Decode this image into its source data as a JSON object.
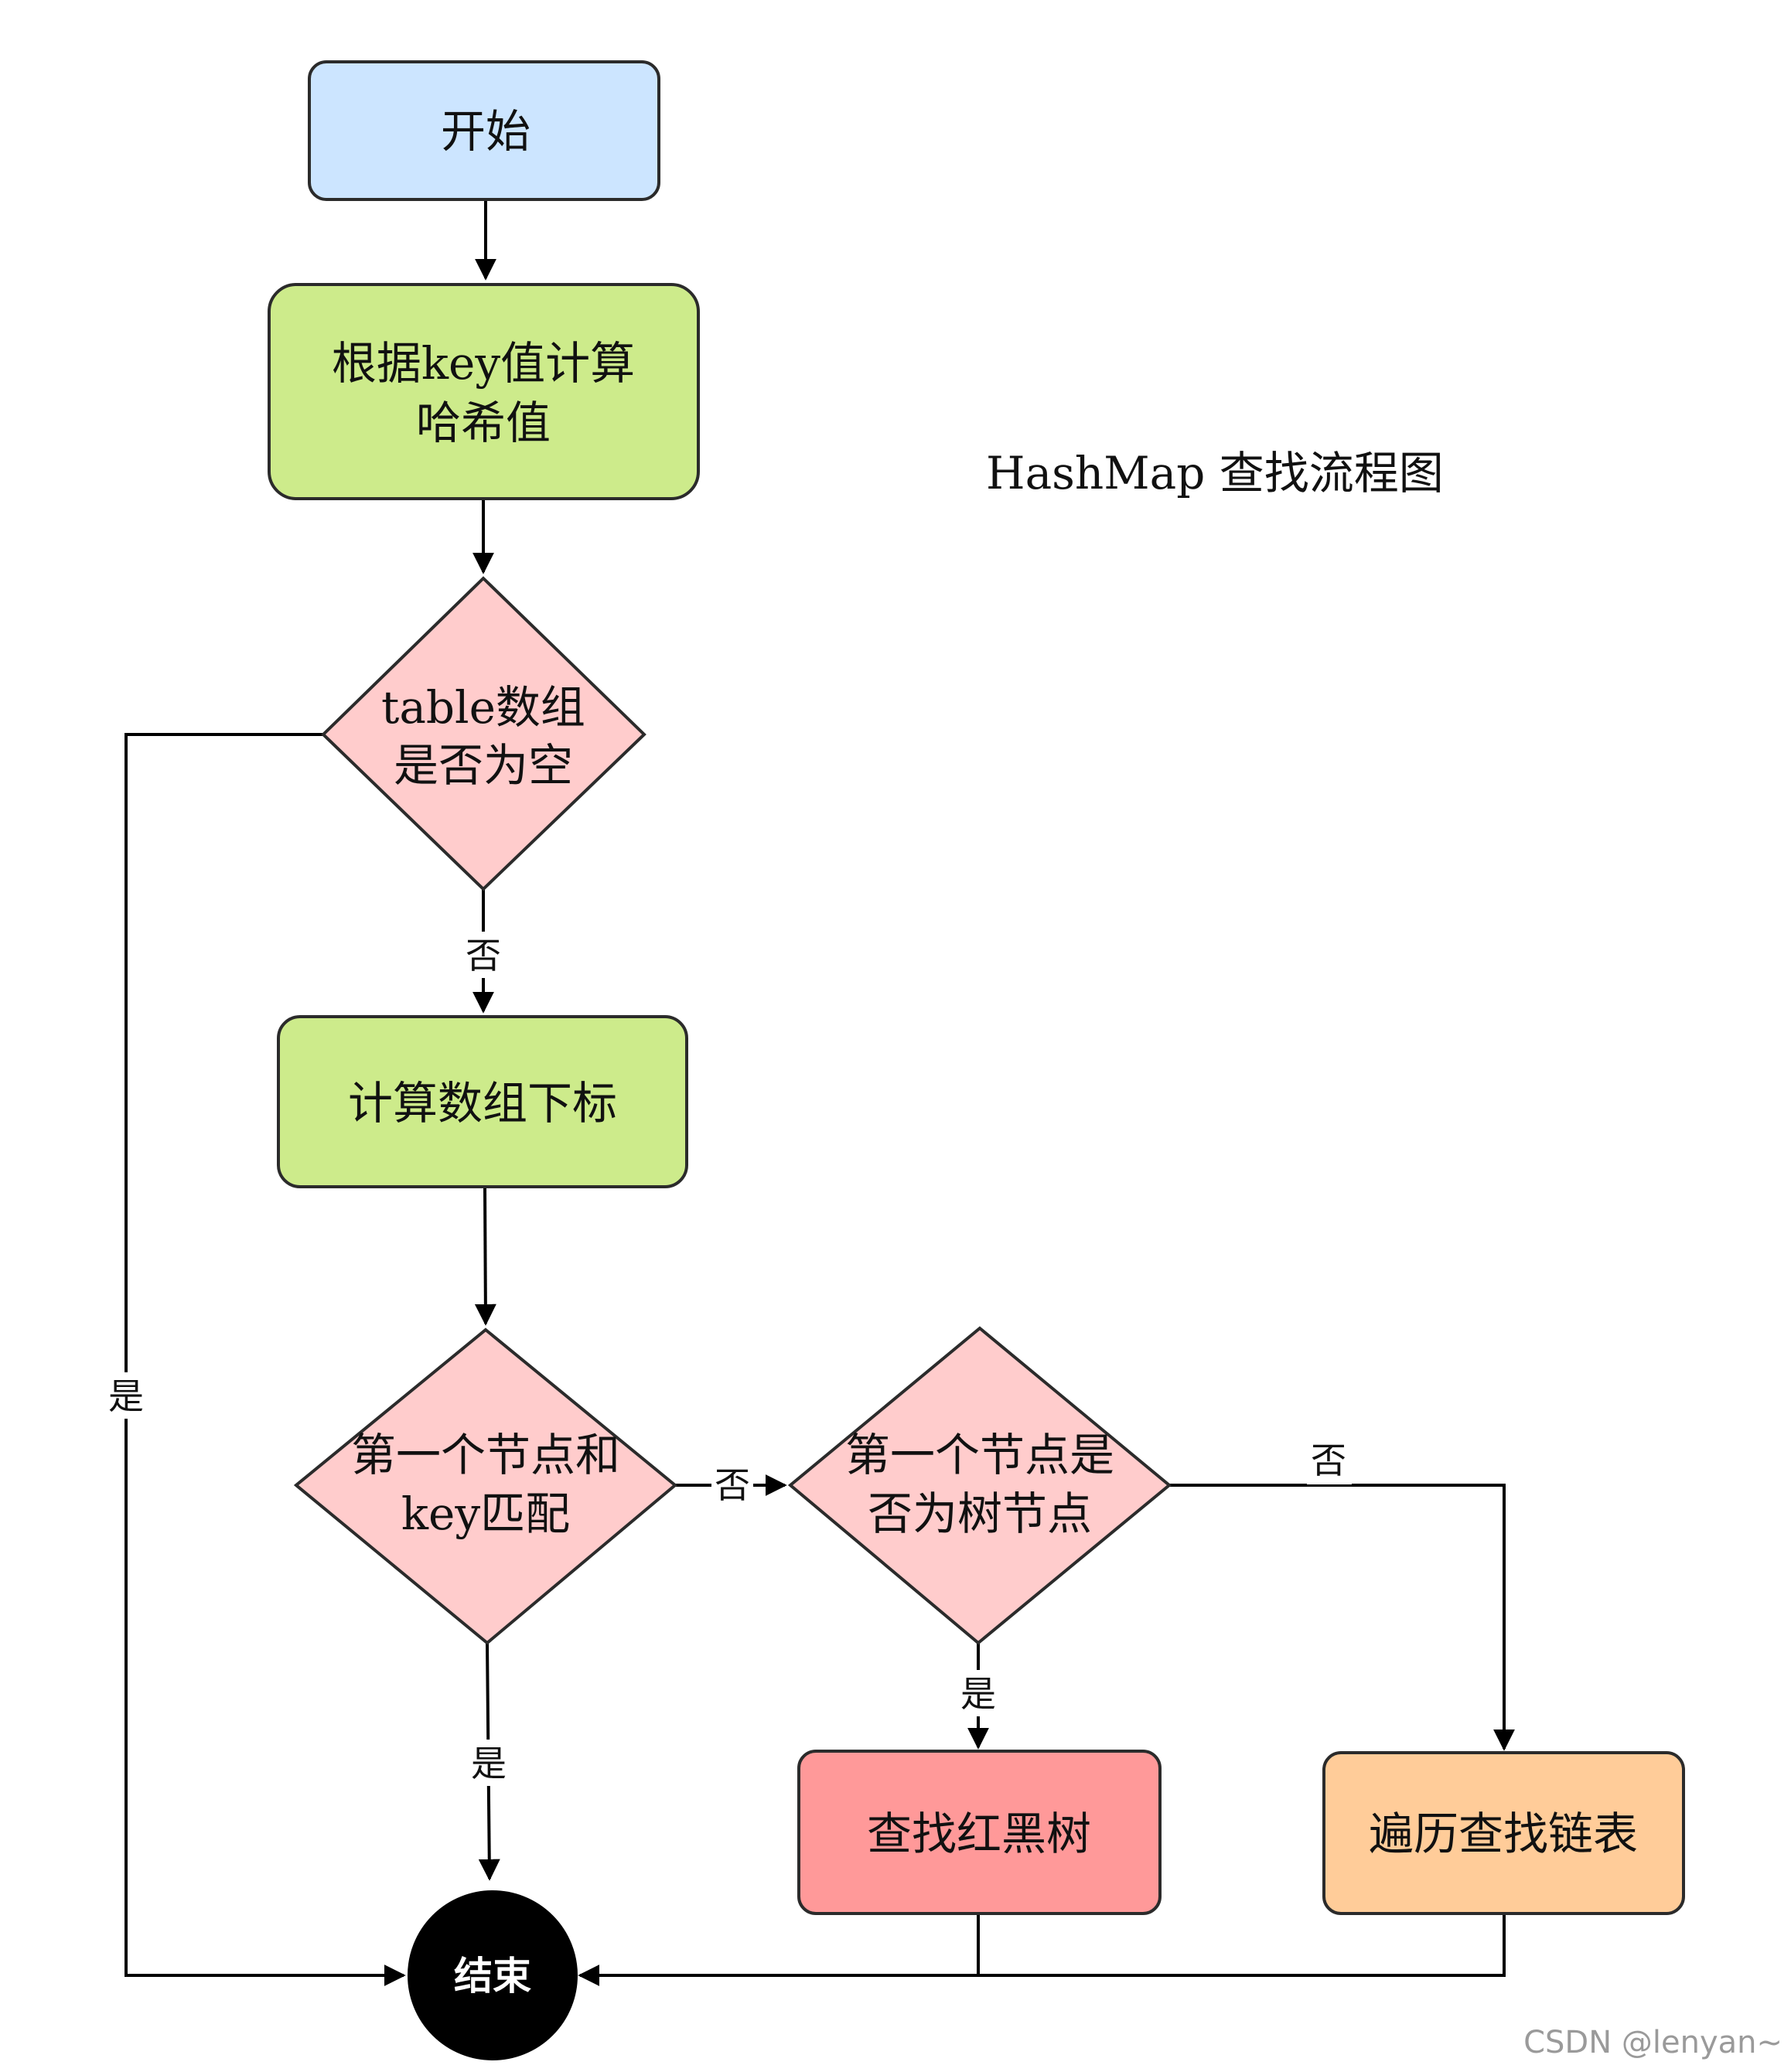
{
  "title": "HashMap 查找流程图",
  "nodes": {
    "start": {
      "label": "开始",
      "color": "#cce5ff"
    },
    "compute_hash": {
      "lines": [
        "根据key值计算",
        "哈希值"
      ],
      "color": "#cdeb8b"
    },
    "table_empty": {
      "lines": [
        "table数组",
        "是否为空"
      ],
      "color": "#ffcccc"
    },
    "compute_index": {
      "label": "计算数组下标",
      "color": "#cdeb8b"
    },
    "first_key_match": {
      "lines": [
        "第一个节点和",
        "key匹配"
      ],
      "color": "#ffcccc"
    },
    "first_is_tree": {
      "lines": [
        "第一个节点是",
        "否为树节点"
      ],
      "color": "#ffcccc"
    },
    "search_rbtree": {
      "label": "查找红黑树",
      "color": "#ff9999"
    },
    "traverse_list": {
      "label": "遍历查找链表",
      "color": "#ffcc99"
    },
    "end": {
      "label": "结束",
      "color": "#000000"
    }
  },
  "edge_labels": {
    "table_empty_no": "否",
    "table_empty_yes": "是",
    "key_match_no": "否",
    "key_match_yes": "是",
    "is_tree_yes": "是",
    "is_tree_no": "否"
  },
  "watermark": "CSDN @lenyan~"
}
